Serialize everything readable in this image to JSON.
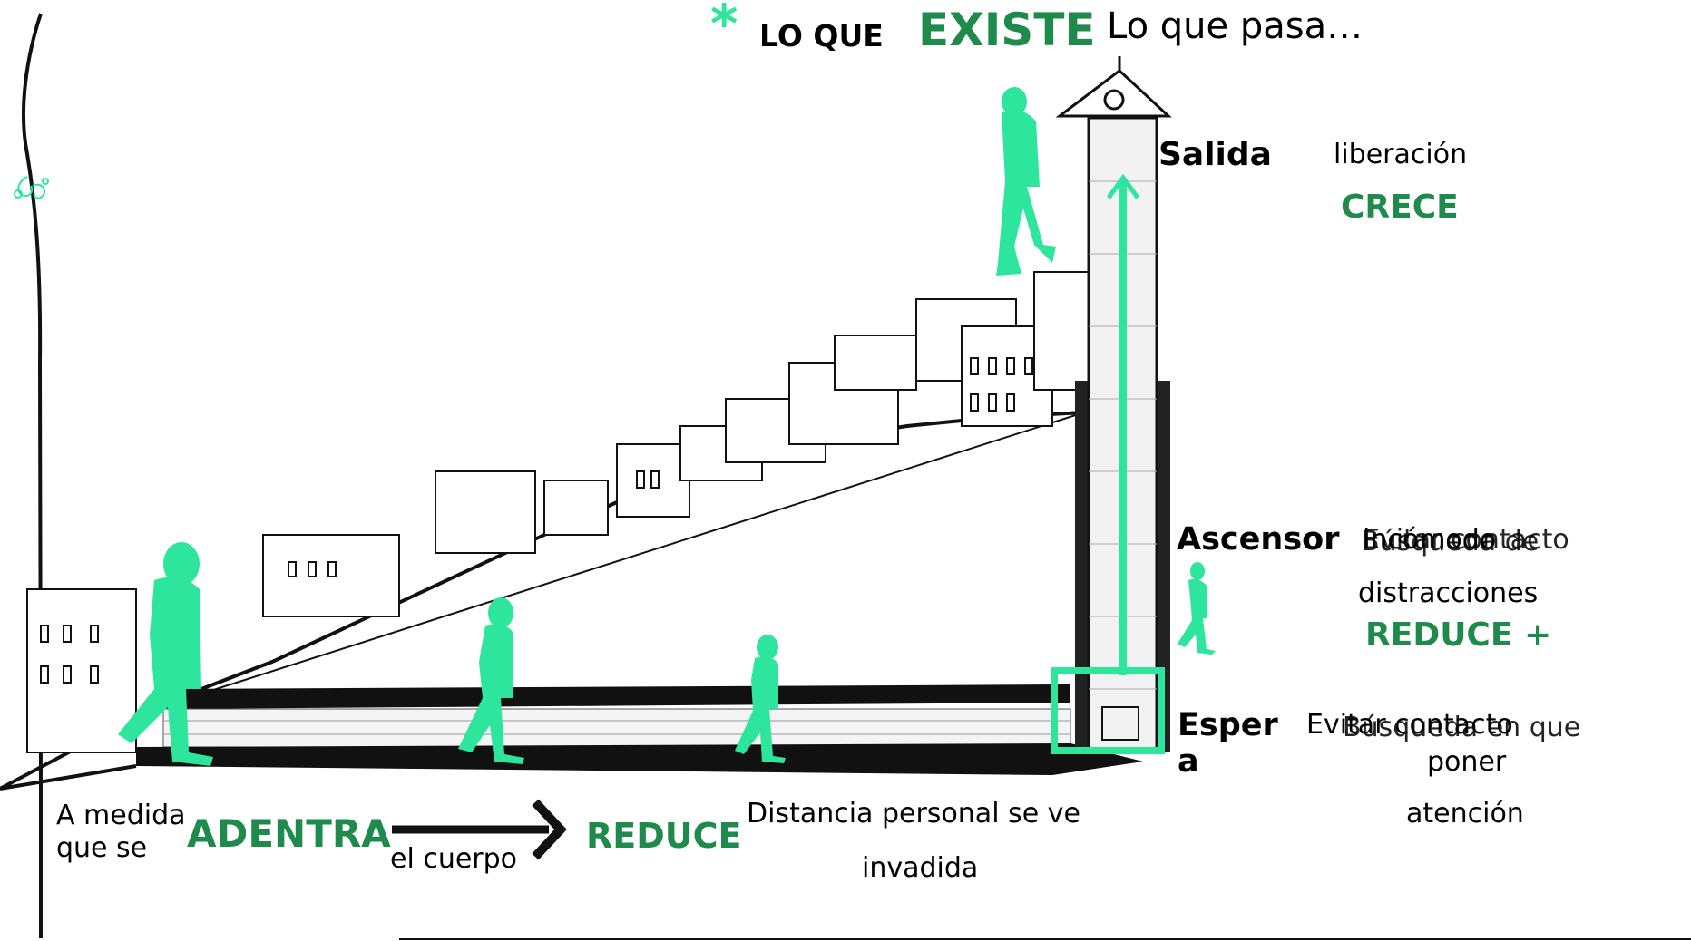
{
  "header": {
    "asterisk": "*",
    "lo_que": "LO QUE",
    "existe": "EXISTE",
    "lo_que_pasa": "Lo que pasa…"
  },
  "right_labels": {
    "salida": "Salida",
    "liberacion": "liberación",
    "crece": "CRECE",
    "ascensor": "Ascensor",
    "ascensor_text_a": "incómodo",
    "ascensor_text_b": "Evitar contacto",
    "ascensor_text_c": "Búsqueda de",
    "distracciones": "distracciones",
    "reduce_plus": "REDUCE +",
    "espera": "Esper\na",
    "espera_text_a": "Evitar contacto",
    "espera_text_b": "Búsqueda en que",
    "poner": "poner",
    "atencion": "atención"
  },
  "bottom_labels": {
    "a_medida": "A medida\nque se",
    "adentra": "ADENTRA",
    "el_cuerpo": "el cuerpo",
    "reduce": "REDUCE",
    "distancia": "Distancia personal se ve",
    "invadida": "invadida"
  },
  "colors": {
    "accent_green": "#2ee59d",
    "text_green": "#1e8a4c",
    "ink": "#111111"
  }
}
